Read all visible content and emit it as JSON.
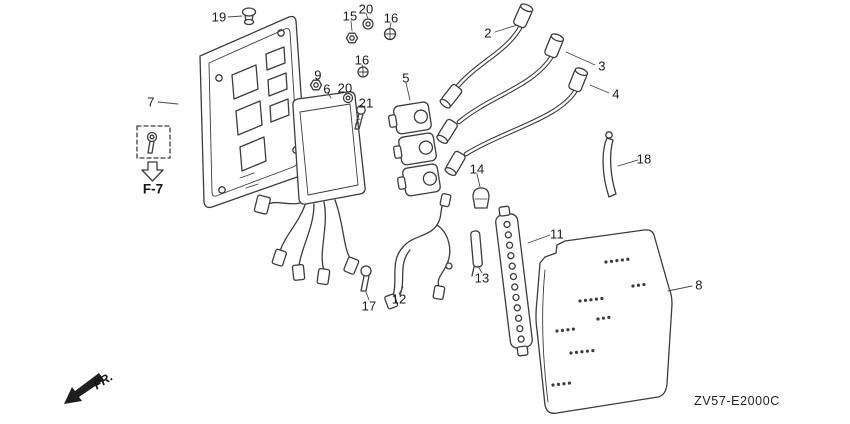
{
  "diagram": {
    "code": "ZV57-E2000C",
    "front_indicator": "FR.",
    "reference_link": "F-7"
  },
  "part_labels": [
    {
      "text": "19"
    },
    {
      "text": "15"
    },
    {
      "text": "20"
    },
    {
      "text": "16"
    },
    {
      "text": "2"
    },
    {
      "text": "3"
    },
    {
      "text": "4"
    },
    {
      "text": "7"
    },
    {
      "text": "16"
    },
    {
      "text": "9"
    },
    {
      "text": "6"
    },
    {
      "text": "20"
    },
    {
      "text": "21"
    },
    {
      "text": "5"
    },
    {
      "text": "14"
    },
    {
      "text": "18"
    },
    {
      "text": "11"
    },
    {
      "text": "13"
    },
    {
      "text": "8"
    },
    {
      "text": "17"
    },
    {
      "text": "12"
    }
  ]
}
